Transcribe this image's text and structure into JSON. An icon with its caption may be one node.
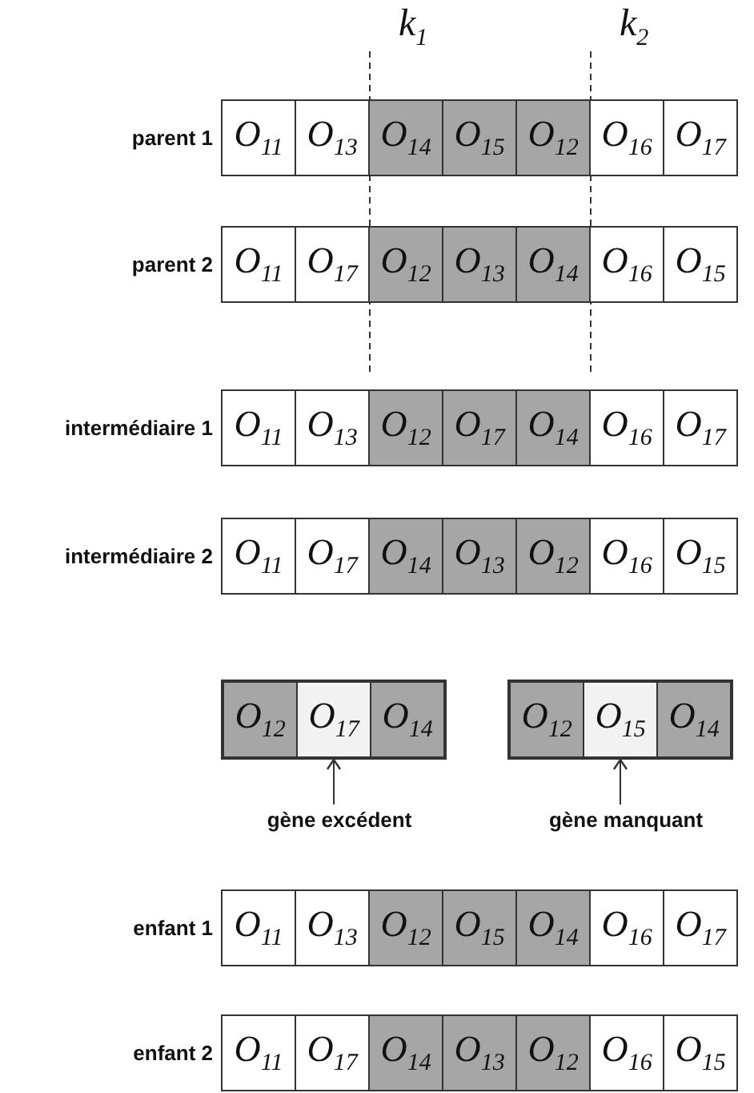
{
  "diagram": {
    "nodes": [
      {
        "text": [
          "parent 1"
        ]
      },
      {
        "text": [
          "O$_{11}$"
        ],
        "in": 0
      },
      {
        "text": [
          "O$_{13}$"
        ],
        "in": 0
      },
      {
        "text": [
          "O$_{14}$"
        ],
        "in": 0
      },
      {
        "text": [
          "O$_{15}$"
        ],
        "in": 0
      },
      {
        "text": [
          "O$_{12}$"
        ],
        "in": 0
      },
      {
        "text": [
          "O$_{16}$"
        ],
        "in": 0
      },
      {
        "text": [
          "O$_{17}$"
        ],
        "in": 0
      },
      {
        "text": [
          "parent 2"
        ]
      },
      {
        "text": [
          "O$_{11}$"
        ],
        "in": 8
      },
      {
        "text": [
          "O$_{17}$"
        ],
        "in": 8
      },
      {
        "text": [
          "O$_{12}$"
        ],
        "in": 8
      },
      {
        "text": [
          "O$_{13}$"
        ],
        "in": 8
      },
      {
        "text": [
          "O$_{14}$"
        ],
        "in": 8
      },
      {
        "text": [
          "O$_{16}$"
        ],
        "in": 8
      },
      {
        "text": [
          "O$_{15}$"
        ],
        "in": 8
      },
      {
        "text": [
          "intermédiaire 1"
        ]
      },
      {
        "text": [
          "O$_{11}$"
        ],
        "in": 16
      },
      {
        "text": [
          "O$_{13}$"
        ],
        "in": 16
      },
      {
        "text": [
          "O$_{12}$"
        ],
        "in": 16
      },
      {
        "text": [
          "O$_{17}$"
        ],
        "in": 16
      },
      {
        "text": [
          "O$_{14}$"
        ],
        "in": 16
      },
      {
        "text": [
          "O$_{16}$"
        ],
        "in": 16
      },
      {
        "text": [
          "O$_{17}$"
        ],
        "in": 16
      },
      {
        "text": [
          "intermédiaire 2"
        ]
      },
      {
        "text": [
          "O$_{11}$"
        ],
        "in": 24
      },
      {
        "text": [
          "O$_{17}$"
        ],
        "in": 24
      },
      {
        "text": [
          "O$_{14}$"
        ],
        "in": 24
      },
      {
        "text": [
          "O$_{13}$"
        ],
        "in": 24
      },
      {
        "text": [
          "O$_{12}$"
        ],
        "in": 24
      },
      {
        "text": [
          "O$_{16}$"
        ],
        "in": 24
      },
      {
        "text": [
          "O$_{15}$"
        ],
        "in": 24
      },
      {
        "text": [],
        "shape": "box"
      },
      {
        "text": [
          "O$_{12}$"
        ],
        "in": 32
      },
      {
        "text": [
          "O$_{17}$"
        ],
        "in": 32
      },
      {
        "text": [
          "O$_{14}$"
        ],
        "in": 32
      },
      {
        "text": [],
        "shape": "box"
      },
      {
        "text": [
          "O$_{12}$"
        ],
        "in": 36
      },
      {
        "text": [
          "O$_{15}$"
        ],
        "in": 36
      },
      {
        "text": [
          "O$_{14}$"
        ],
        "in": 36
      },
      {
        "text": [
          "gène excédent"
        ]
      },
      {
        "text": [
          "gène manquant"
        ]
      },
      {
        "text": [
          "enfant 1"
        ]
      },
      {
        "text": [
          "O$_{11}$"
        ],
        "in": 42
      },
      {
        "text": [
          "O$_{13}$"
        ],
        "in": 42
      },
      {
        "text": [
          "O$_{12}$"
        ],
        "in": 42
      },
      {
        "text": [
          "O$_{15}$"
        ],
        "in": 42
      },
      {
        "text": [
          "O$_{14}$"
        ],
        "in": 42
      },
      {
        "text": [
          "O$_{16}$"
        ],
        "in": 42
      },
      {
        "text": [
          "O$_{17}$"
        ],
        "in": 42
      },
      {
        "text": [
          "enfant 2"
        ]
      },
      {
        "text": [
          "O$_{11}$"
        ],
        "in": 50
      },
      {
        "text": [
          "O$_{17}$"
        ],
        "in": 50
      },
      {
        "text": [
          "O$_{14}$"
        ],
        "in": 50
      },
      {
        "text": [
          "O$_{13}$"
        ],
        "in": 50
      },
      {
        "text": [
          "O$_{12}$"
        ],
        "in": 50
      },
      {
        "text": [
          "O$_{16}$"
        ],
        "in": 50
      },
      {
        "text": [
          "O$_{15}$"
        ],
        "in": 50
      }
    ],
    "edges": [
      {
        "from": 40,
        "to": 34,
        "arrow": "to"
      },
      {
        "from": 41,
        "to": 38,
        "arrow": "to"
      }
    ],
    "labels": [
      "k$_{1}$",
      "k$_{2}$"
    ]
  }
}
